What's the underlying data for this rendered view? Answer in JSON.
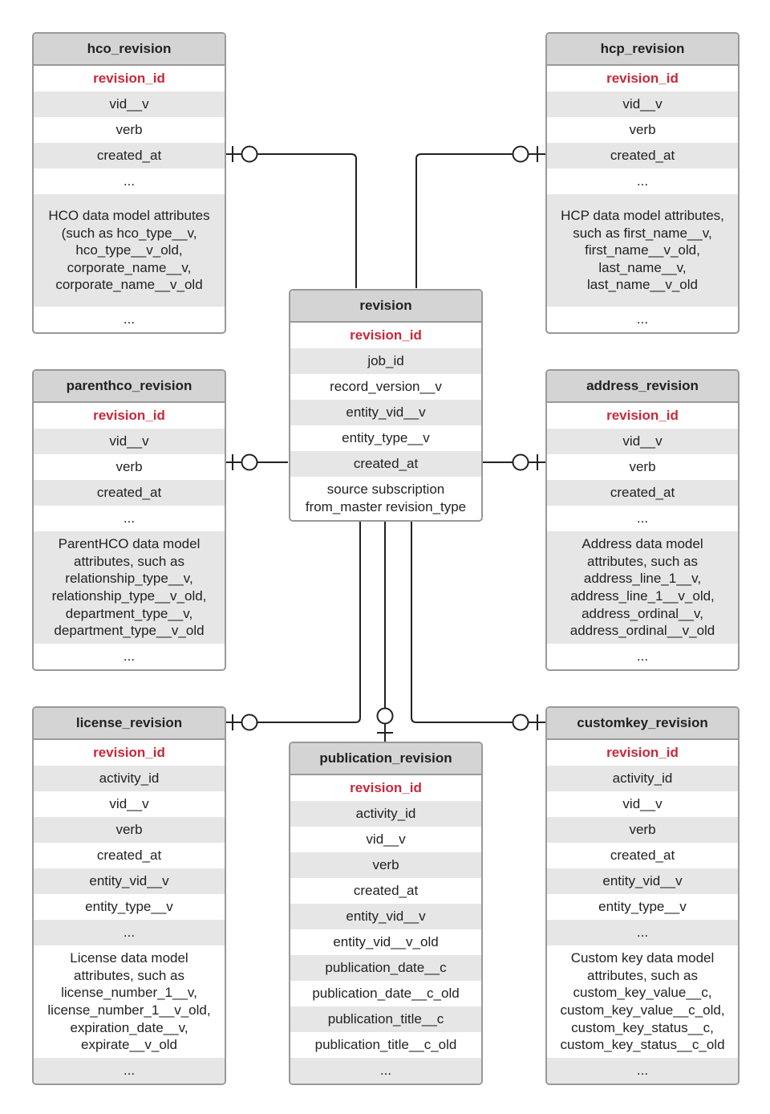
{
  "colors": {
    "primary_key": "#c8283a",
    "header_bg": "#d4d4d4",
    "row_shade": "#e6e6e6",
    "border": "#999999",
    "connector": "#222222"
  },
  "entities": {
    "hco_revision": {
      "title": "hco_revision",
      "fields": [
        "revision_id",
        "vid__v",
        "verb",
        "created_at",
        "...",
        "HCO data model attributes\n(such as hco_type__v,\nhco_type__v_old,\ncorporate_name__v,\ncorporate_name__v_old",
        "..."
      ]
    },
    "hcp_revision": {
      "title": "hcp_revision",
      "fields": [
        "revision_id",
        "vid__v",
        "verb",
        "created_at",
        "...",
        "HCP data model attributes,\nsuch as first_name__v,\nfirst_name__v_old,\nlast_name__v,\nlast_name__v_old",
        "..."
      ]
    },
    "revision": {
      "title": "revision",
      "fields": [
        "revision_id",
        "job_id",
        "record_version__v",
        "entity_vid__v",
        "entity_type__v",
        "created_at",
        "source subscription\nfrom_master revision_type"
      ]
    },
    "parenthco_revision": {
      "title": "parenthco_revision",
      "fields": [
        "revision_id",
        "vid__v",
        "verb",
        "created_at",
        "...",
        "ParentHCO data model\nattributes, such as\nrelationship_type__v,\nrelationship_type__v_old,\ndepartment_type__v,\ndepartment_type__v_old",
        "..."
      ]
    },
    "address_revision": {
      "title": "address_revision",
      "fields": [
        "revision_id",
        "vid__v",
        "verb",
        "created_at",
        "...",
        "Address data model\nattributes, such as\naddress_line_1__v,\naddress_line_1__v_old,\naddress_ordinal__v,\naddress_ordinal__v_old",
        "..."
      ]
    },
    "license_revision": {
      "title": "license_revision",
      "fields": [
        "revision_id",
        "activity_id",
        "vid__v",
        "verb",
        "created_at",
        "entity_vid__v",
        "entity_type__v",
        "...",
        "License data model\nattributes, such as\nlicense_number_1__v,\nlicense_number_1__v_old,\nexpiration_date__v,\nexpirate__v_old",
        "..."
      ]
    },
    "publication_revision": {
      "title": "publication_revision",
      "fields": [
        "revision_id",
        "activity_id",
        "vid__v",
        "verb",
        "created_at",
        "entity_vid__v",
        "entity_vid__v_old",
        "publication_date__c",
        "publication_date__c_old",
        "publication_title__c",
        "publication_title__c_old",
        "..."
      ]
    },
    "customkey_revision": {
      "title": "customkey_revision",
      "fields": [
        "revision_id",
        "activity_id",
        "vid__v",
        "verb",
        "created_at",
        "entity_vid__v",
        "entity_type__v",
        "...",
        "Custom key data model\nattributes, such as\ncustom_key_value__c,\ncustom_key_value__c_old,\ncustom_key_status__c,\ncustom_key_status__c_old",
        "..."
      ]
    }
  }
}
